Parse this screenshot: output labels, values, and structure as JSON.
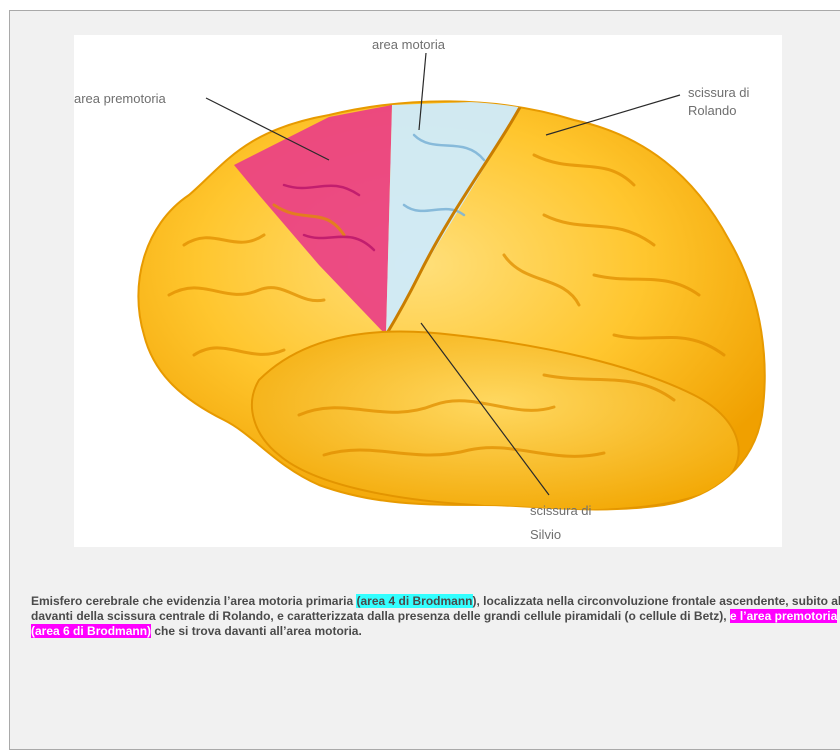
{
  "figure": {
    "labels": {
      "motor_area": "area motoria",
      "premotor_area": "area premotoria",
      "rolando_line1": "scissura di",
      "rolando_line2": "Rolando",
      "sylvius_line1": "scissura di",
      "sylvius_line2": "Silvio"
    },
    "colors": {
      "brain": "#ffc62e",
      "brain_dark": "#f2a100",
      "motor_area": "#cfeaf8",
      "premotor_area": "#ea3f86"
    }
  },
  "caption": {
    "part1": "Emisfero cerebrale che evidenzia l’area motoria primaria ",
    "highlight1": "(area 4 di Brodmann",
    "part2": "), localizzata nella circonvoluzione frontale ascendente, subito al davanti della scissura centrale di Rolando, e caratterizzata dalla presenza delle grandi cellule piramidali (o cellule di Betz), ",
    "highlight2": "e l’area premotoria (area 6 di Brodmann)",
    "part3": " che si trova davanti all’area motoria."
  }
}
